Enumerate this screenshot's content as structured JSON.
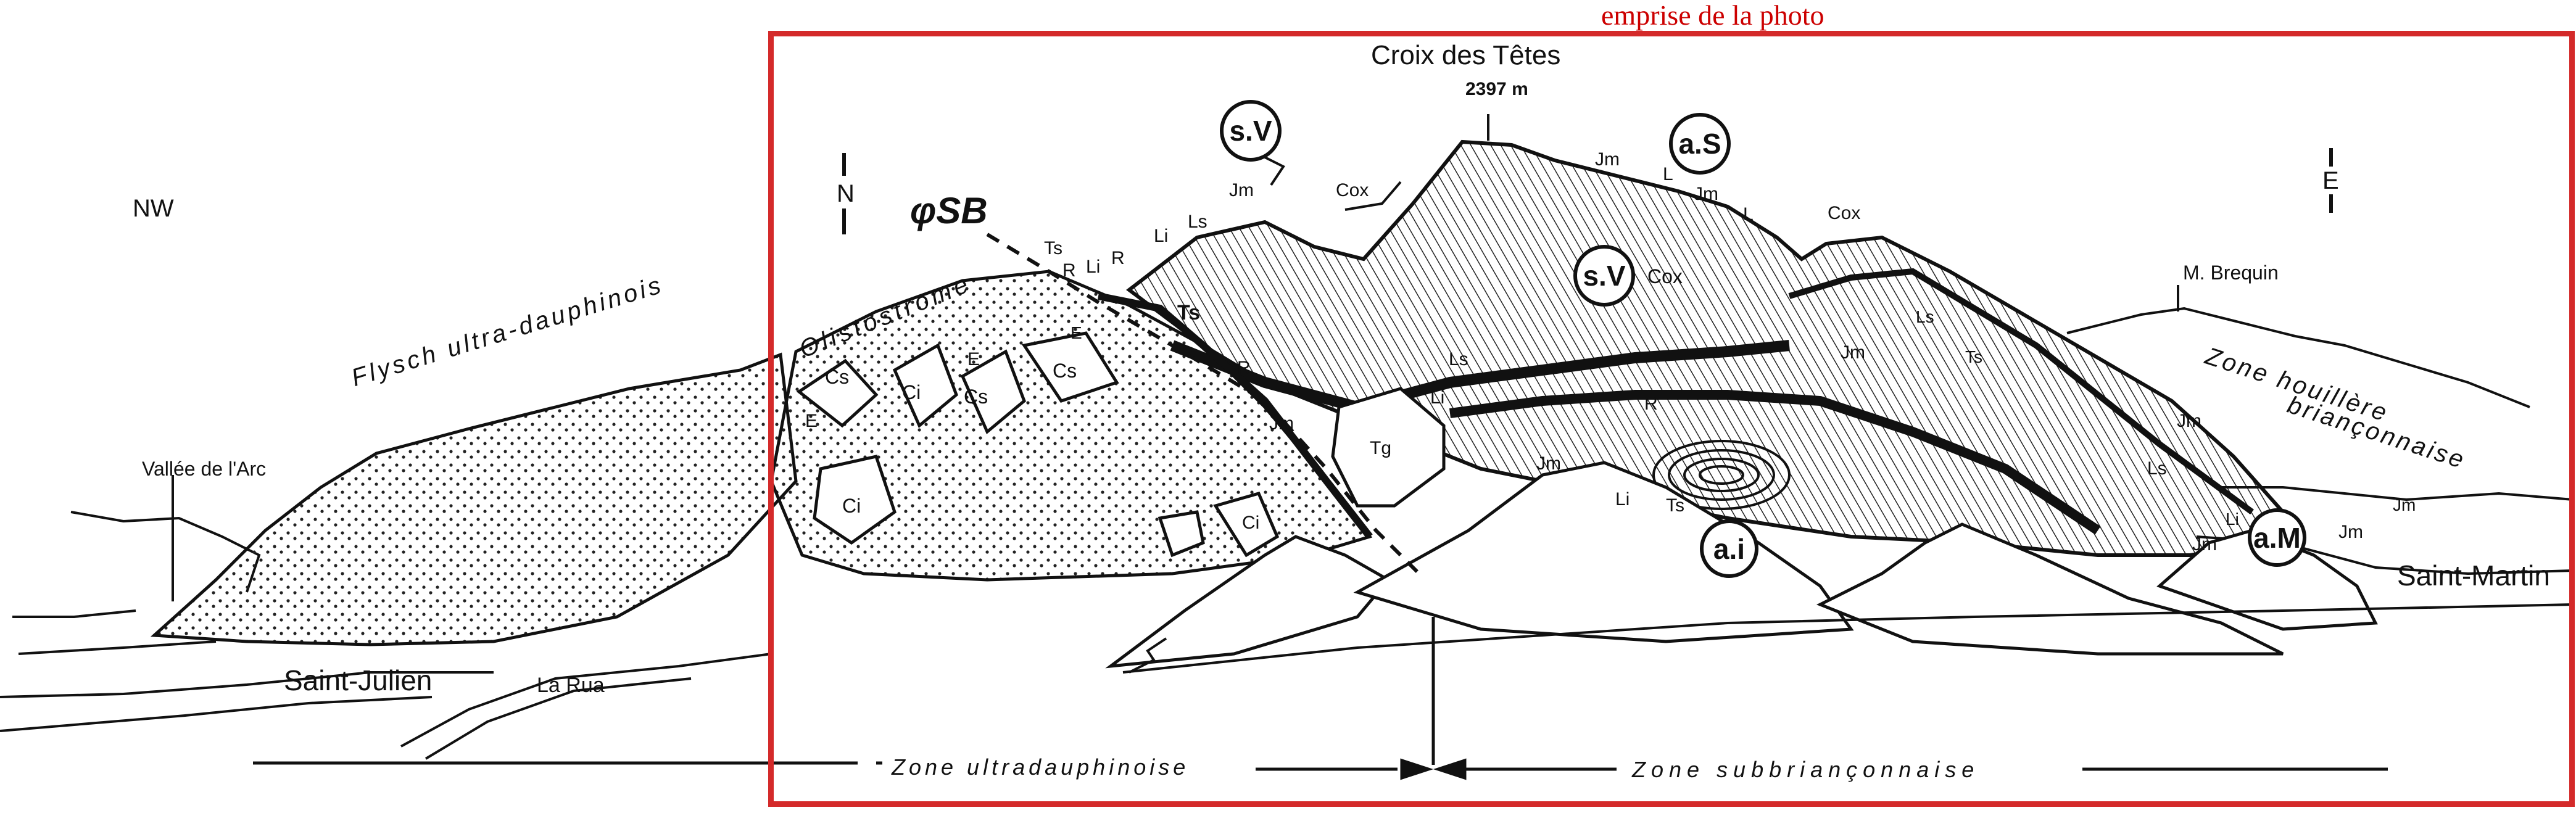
{
  "photo_frame": {
    "caption": "emprise de la photo",
    "color": "#d42a2a"
  },
  "summit": {
    "name": "Croix des Têtes",
    "elevation": "2397 m"
  },
  "orientation": {
    "nw": "NW",
    "n": "N",
    "e": "E"
  },
  "fault": "φSB",
  "formations": {
    "flysch": "Flysch ultra-dauphinois",
    "olistostrome": "Olistostrome",
    "houillere_line1": "Zone houillère",
    "houillere_line2": "briançonnaise"
  },
  "places": {
    "vallee_arc": "Vallée de l'Arc",
    "saint_julien": "Saint-Julien",
    "la_rua": "La Rua",
    "saint_martin": "Saint-Martin",
    "m_brequin": "M. Brequin"
  },
  "zones": {
    "left": "Zone ultradauphinoise",
    "right": "Zone subbriançonnaise"
  },
  "structures": {
    "sv": "s.V",
    "as": "a.S",
    "ai": "a.i",
    "am": "a.M"
  },
  "strata": {
    "jm": "Jm",
    "cox": "Cox",
    "ts": "Ts",
    "r": "R",
    "li": "Li",
    "ls": "Ls",
    "l": "L",
    "cs": "Cs",
    "ci": "Ci",
    "e": "E",
    "tg": "Tg"
  }
}
